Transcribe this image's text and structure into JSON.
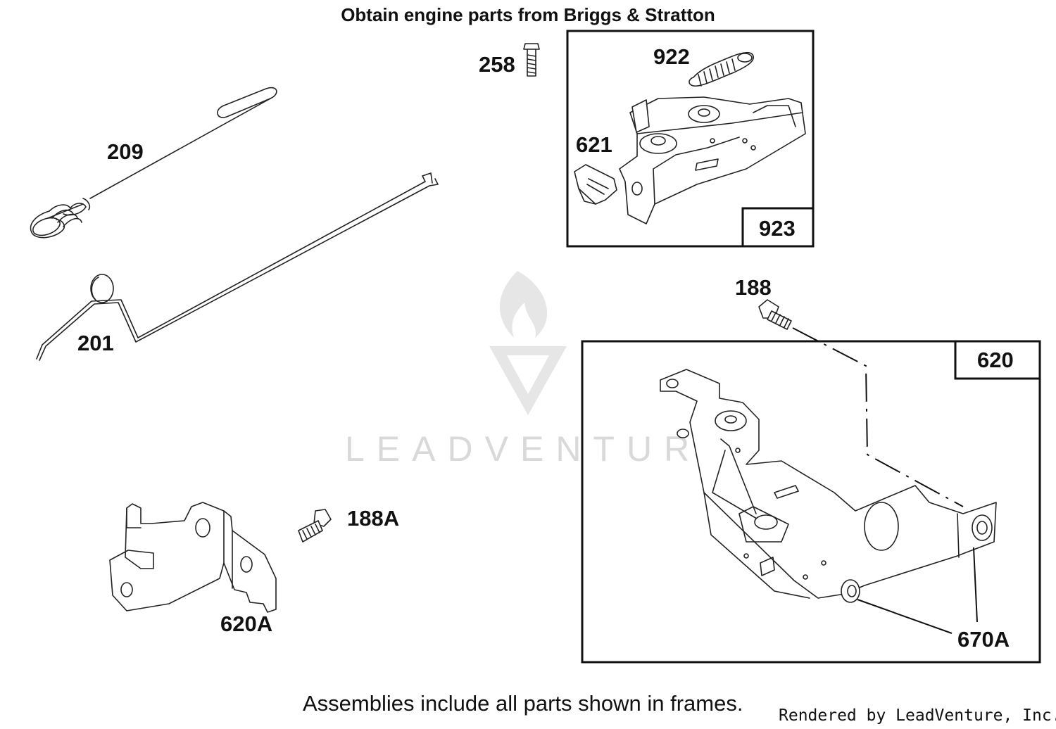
{
  "header": {
    "title": "Obtain engine parts from Briggs & Stratton"
  },
  "footer": {
    "note": "Assemblies include all parts shown in frames.",
    "rendered_by": "Rendered by LeadVenture, Inc."
  },
  "watermark": {
    "text": "LEADVENTURE",
    "icon": "leadventure-flame-logo"
  },
  "callouts": {
    "p209": "209",
    "p201": "201",
    "p258": "258",
    "p922": "922",
    "p621": "621",
    "p923": "923",
    "p188": "188",
    "p620": "620",
    "p188a": "188A",
    "p620a": "620A",
    "p670a": "670A"
  },
  "colors": {
    "line": "#222222",
    "watermark": "#d9d9d9",
    "background": "#ffffff"
  }
}
